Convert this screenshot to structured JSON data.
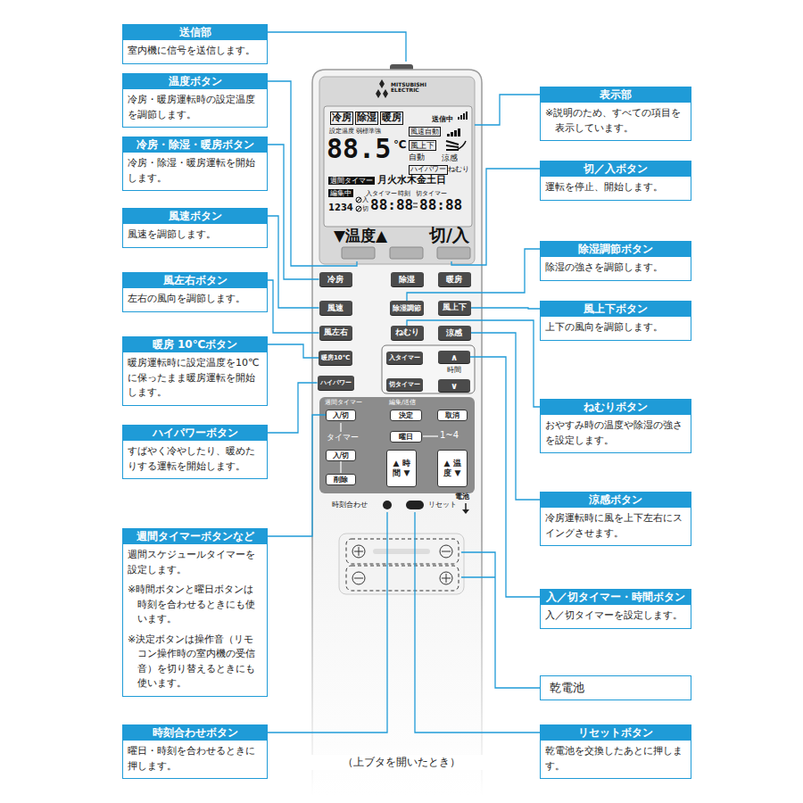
{
  "diagram": {
    "caption": "（上ブタを開いたとき）",
    "nodes": [
      {
        "text": [
          "送信部",
          "室内機に信号を送信します。"
        ]
      },
      {
        "text": [
          "温度ボタン",
          "冷房・暖房運転時の設定温度を調節します。"
        ]
      },
      {
        "text": [
          "冷房・除湿・暖房ボタン",
          "冷房・除湿・暖房運転を開始します。"
        ]
      },
      {
        "text": [
          "風速ボタン",
          "風速を調節します。"
        ]
      },
      {
        "text": [
          "風左右ボタン",
          "左右の風向を調節します。"
        ]
      },
      {
        "text": [
          "暖房 10℃ボタン",
          "暖房運転時に設定温度を10℃に保ったまま暖房運転を開始します。"
        ]
      },
      {
        "text": [
          "ハイパワーボタン",
          "すばやく冷やしたり、暖めたりする運転を開始します。"
        ]
      },
      {
        "text": [
          "週間タイマーボタンなど",
          "週間スケジュールタイマーを設定します。",
          "※時間ボタンと曜日ボタンは時刻を合わせるときにも使います。",
          "※決定ボタンは操作音（リモコン操作時の室内機の受信音）を切り替えるときにも使います。"
        ]
      },
      {
        "text": [
          "時刻合わせボタン",
          "曜日・時刻を合わせるときに押します。"
        ]
      },
      {
        "text": [
          "表示部",
          "※説明のため、すべての項目を表示しています。"
        ]
      },
      {
        "text": [
          "切／入ボタン",
          "運転を停止、開始します。"
        ]
      },
      {
        "text": [
          "除湿調節ボタン",
          "除湿の強さを調節します。"
        ]
      },
      {
        "text": [
          "風上下ボタン",
          "上下の風向を調節します。"
        ]
      },
      {
        "text": [
          "ねむりボタン",
          "おやすみ時の温度や除湿の強さを設定します。"
        ]
      },
      {
        "text": [
          "涼感ボタン",
          "冷房運転時に風を上下左右にスイングさせます。"
        ]
      },
      {
        "text": [
          "入／切タイマー・時間ボタン",
          "入／切タイマーを設定します。"
        ]
      },
      {
        "text": [
          "乾電池"
        ]
      },
      {
        "text": [
          "リセットボタン",
          "乾電池を交換したあとに押します。"
        ]
      },
      {
        "text": [
          "冷房"
        ]
      },
      {
        "text": [
          "除湿"
        ]
      },
      {
        "text": [
          "暖房"
        ]
      },
      {
        "text": [
          "風速"
        ]
      },
      {
        "text": [
          "除湿調節"
        ]
      },
      {
        "text": [
          "風上下"
        ]
      },
      {
        "text": [
          "風左右"
        ]
      },
      {
        "text": [
          "ねむり"
        ]
      },
      {
        "text": [
          "涼感"
        ]
      },
      {
        "text": [
          "暖房10℃"
        ]
      },
      {
        "text": [
          "入タイマー"
        ]
      },
      {
        "text": [
          "∧"
        ]
      },
      {
        "text": [
          "ハイパワー"
        ]
      },
      {
        "text": [
          "切タイマー"
        ]
      },
      {
        "text": [
          "∨"
        ]
      },
      {
        "text": [
          "入/切"
        ]
      },
      {
        "text": [
          "決定"
        ]
      },
      {
        "text": [
          "取消"
        ]
      },
      {
        "text": [
          "曜日"
        ]
      },
      {
        "text": [
          "入/切"
        ]
      },
      {
        "text": [
          "削除"
        ]
      },
      {
        "text": [
          "▲ 時間 ▼"
        ]
      },
      {
        "text": [
          "▲ 温度 ▼"
        ]
      }
    ],
    "edges": [
      {
        "from": 2,
        "to": 18,
        "arrow": "none"
      },
      {
        "from": 3,
        "to": 21,
        "arrow": "none"
      },
      {
        "from": 4,
        "to": 24,
        "arrow": "none"
      },
      {
        "from": 5,
        "to": 27,
        "arrow": "none"
      },
      {
        "from": 6,
        "to": 30,
        "arrow": "none"
      },
      {
        "from": 7,
        "to": 33,
        "arrow": "none"
      },
      {
        "from": 11,
        "to": 22,
        "arrow": "none"
      },
      {
        "from": 12,
        "to": 23,
        "arrow": "none"
      },
      {
        "from": 13,
        "to": 25,
        "arrow": "none"
      },
      {
        "from": 14,
        "to": 26,
        "arrow": "none"
      },
      {
        "from": 15,
        "to": 29,
        "arrow": "none"
      }
    ],
    "labels": [
      "MITSUBISHI ELECTRIC",
      "冷房",
      "除湿",
      "暖房",
      "送信中",
      "設定温度",
      "弱標準強",
      "風速自動",
      "88.5",
      "℃",
      "風上下",
      "自動",
      "涼感",
      "ハイパワー",
      "ねむり",
      "週間タイマー",
      "月火水木金土日",
      "編集中",
      "入タイマー",
      "時刻",
      "切タイマー",
      "1234",
      "入",
      "切",
      "88:88",
      "88:88",
      "▼温度▲",
      "切/入",
      "時間",
      "週間タイマー",
      "編集/送信",
      "タイマー",
      "1~4",
      "時刻合わせ",
      "リセット",
      "電池"
    ]
  }
}
